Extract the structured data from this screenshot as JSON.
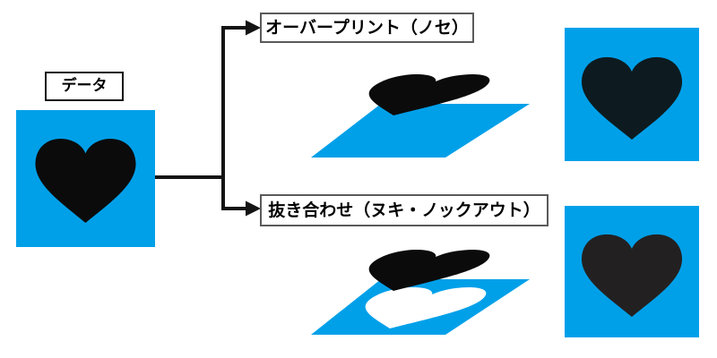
{
  "labels": {
    "data_box": "データ",
    "overprint_box": "オーバープリント（ノセ）",
    "knockout_box": "抜き合わせ（ヌキ・ノックアウト）"
  },
  "colors": {
    "cyan": "#00A0E9",
    "ink_black": "#0B0B0B",
    "white": "#FFFFFF",
    "overprint_result_heart": "#0D1B20",
    "knockout_result_heart": "#232021",
    "connector": "#141414"
  },
  "icons": {
    "arrowhead_top": "arrow-right-icon",
    "arrowhead_bottom": "arrow-right-icon",
    "heart_shape": "heart-icon"
  }
}
